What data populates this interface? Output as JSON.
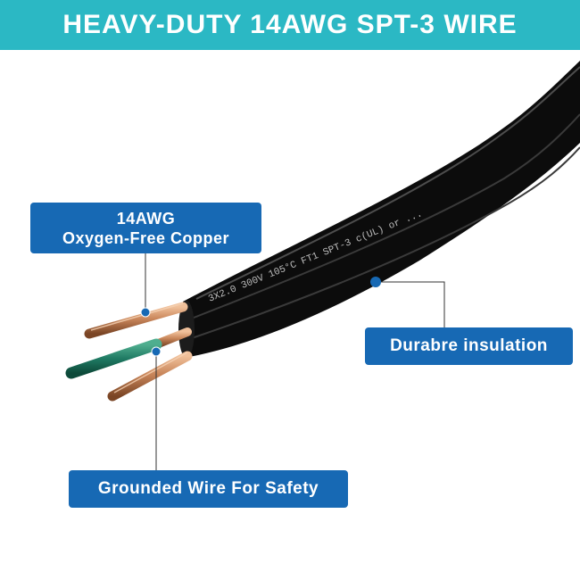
{
  "banner": {
    "title": "HEAVY-DUTY 14AWG SPT-3 WIRE"
  },
  "callouts": {
    "copper": {
      "line1": "14AWG",
      "line2": "Oxygen-Free Copper"
    },
    "insulation": {
      "text": "Durabre insulation"
    },
    "ground": {
      "text": "Grounded Wire For Safety"
    }
  },
  "cable_print": {
    "text": "3X2.0    300V   105°C  FT1  SPT-3   c(UL)   or  ..."
  },
  "colors": {
    "banner": "#2bb8c4",
    "callout": "#1769b4",
    "cable": "#0c0c0c",
    "copper": "#c9865a",
    "ground_wire": "#1f7a63"
  }
}
